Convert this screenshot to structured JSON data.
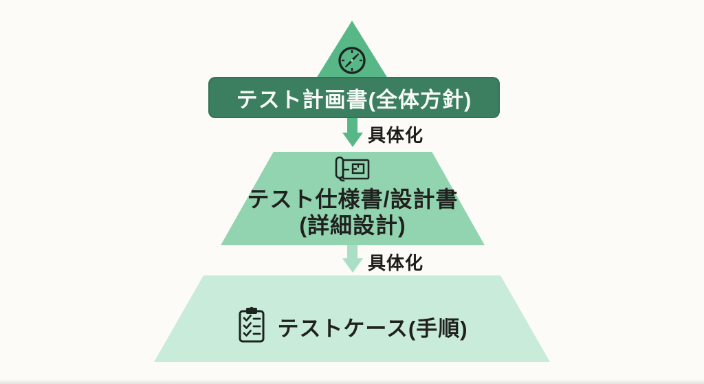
{
  "diagram": {
    "type": "pyramid",
    "levels": [
      {
        "id": "test-plan",
        "label": "テスト計画書(全体方針)",
        "icon": "compass-icon"
      },
      {
        "id": "test-spec",
        "line1": "テスト仕様書/設計書",
        "line2": "(詳細設計)",
        "icon": "blueprint-icon"
      },
      {
        "id": "test-case",
        "label": "テストケース(手順)",
        "icon": "checklist-clipboard-icon"
      }
    ],
    "arrows": [
      {
        "label": "具体化",
        "direction": "down"
      },
      {
        "label": "具体化",
        "direction": "down"
      }
    ],
    "colors": {
      "background": "#fcfbf7",
      "apex_triangle": "#58b787",
      "banner_bg": "#3c7f60",
      "banner_text": "#f7f9f6",
      "mid_trapezoid": "#92d4b0",
      "bottom_trapezoid": "#c9ebd9",
      "arrow_top": "#58b787",
      "arrow_bottom": "#abdfc5",
      "dark_text": "#1d1d1a",
      "icon_ink": "#1b2420"
    }
  }
}
